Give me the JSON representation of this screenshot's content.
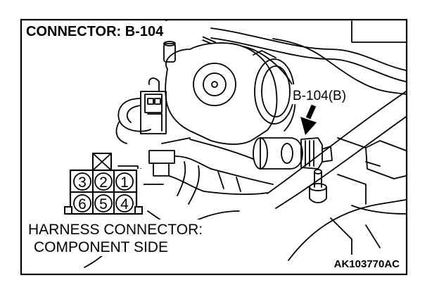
{
  "diagram": {
    "title": "CONNECTOR: B-104",
    "callout": "B-104(B)",
    "harness_lines": [
      "HARNESS CONNECTOR:",
      "COMPONENT SIDE"
    ],
    "figure_code": "AK103770AC",
    "pins_top": [
      "3",
      "2",
      "1"
    ],
    "pins_bottom": [
      "6",
      "5",
      "4"
    ]
  }
}
